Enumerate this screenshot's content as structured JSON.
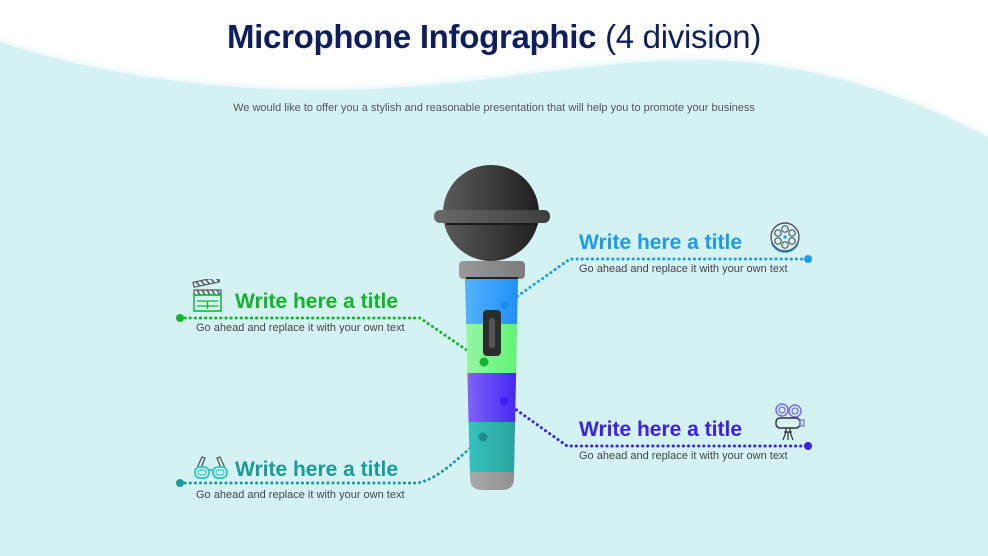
{
  "header": {
    "title_bold": "Microphone Infographic",
    "title_light": "(4 division)",
    "subtitle": "We would like to offer you a stylish and reasonable presentation that will help you to promote your business"
  },
  "colors": {
    "background_wave": "#d5f2f3",
    "title": "#0d1f5e",
    "blue": "#1a9bf0",
    "green": "#11b52a",
    "purple": "#3a1ff0",
    "teal": "#1b9a9a",
    "mic_head": "#3a3a3a",
    "mic_collar": "#8c8c8c"
  },
  "divisions": [
    {
      "id": "blue",
      "position": "right-top",
      "icon": "film-reel-icon",
      "title": "Write here a title",
      "description": "Go ahead and replace it with your own text",
      "color": "#1a9bf0"
    },
    {
      "id": "green",
      "position": "left-top",
      "icon": "clapperboard-icon",
      "title": "Write here a title",
      "description": "Go ahead and replace it with your own text",
      "color": "#11b52a"
    },
    {
      "id": "purple",
      "position": "right-bottom",
      "icon": "movie-camera-icon",
      "title": "Write here a title",
      "description": "Go ahead and replace it with your own text",
      "color": "#3a1ff0"
    },
    {
      "id": "teal",
      "position": "left-bottom",
      "icon": "3d-glasses-icon",
      "title": "Write here a title",
      "description": "Go ahead and replace it with your own text",
      "color": "#1b9a9a"
    }
  ],
  "microphone": {
    "bands": [
      "blue",
      "green",
      "purple",
      "teal"
    ]
  }
}
